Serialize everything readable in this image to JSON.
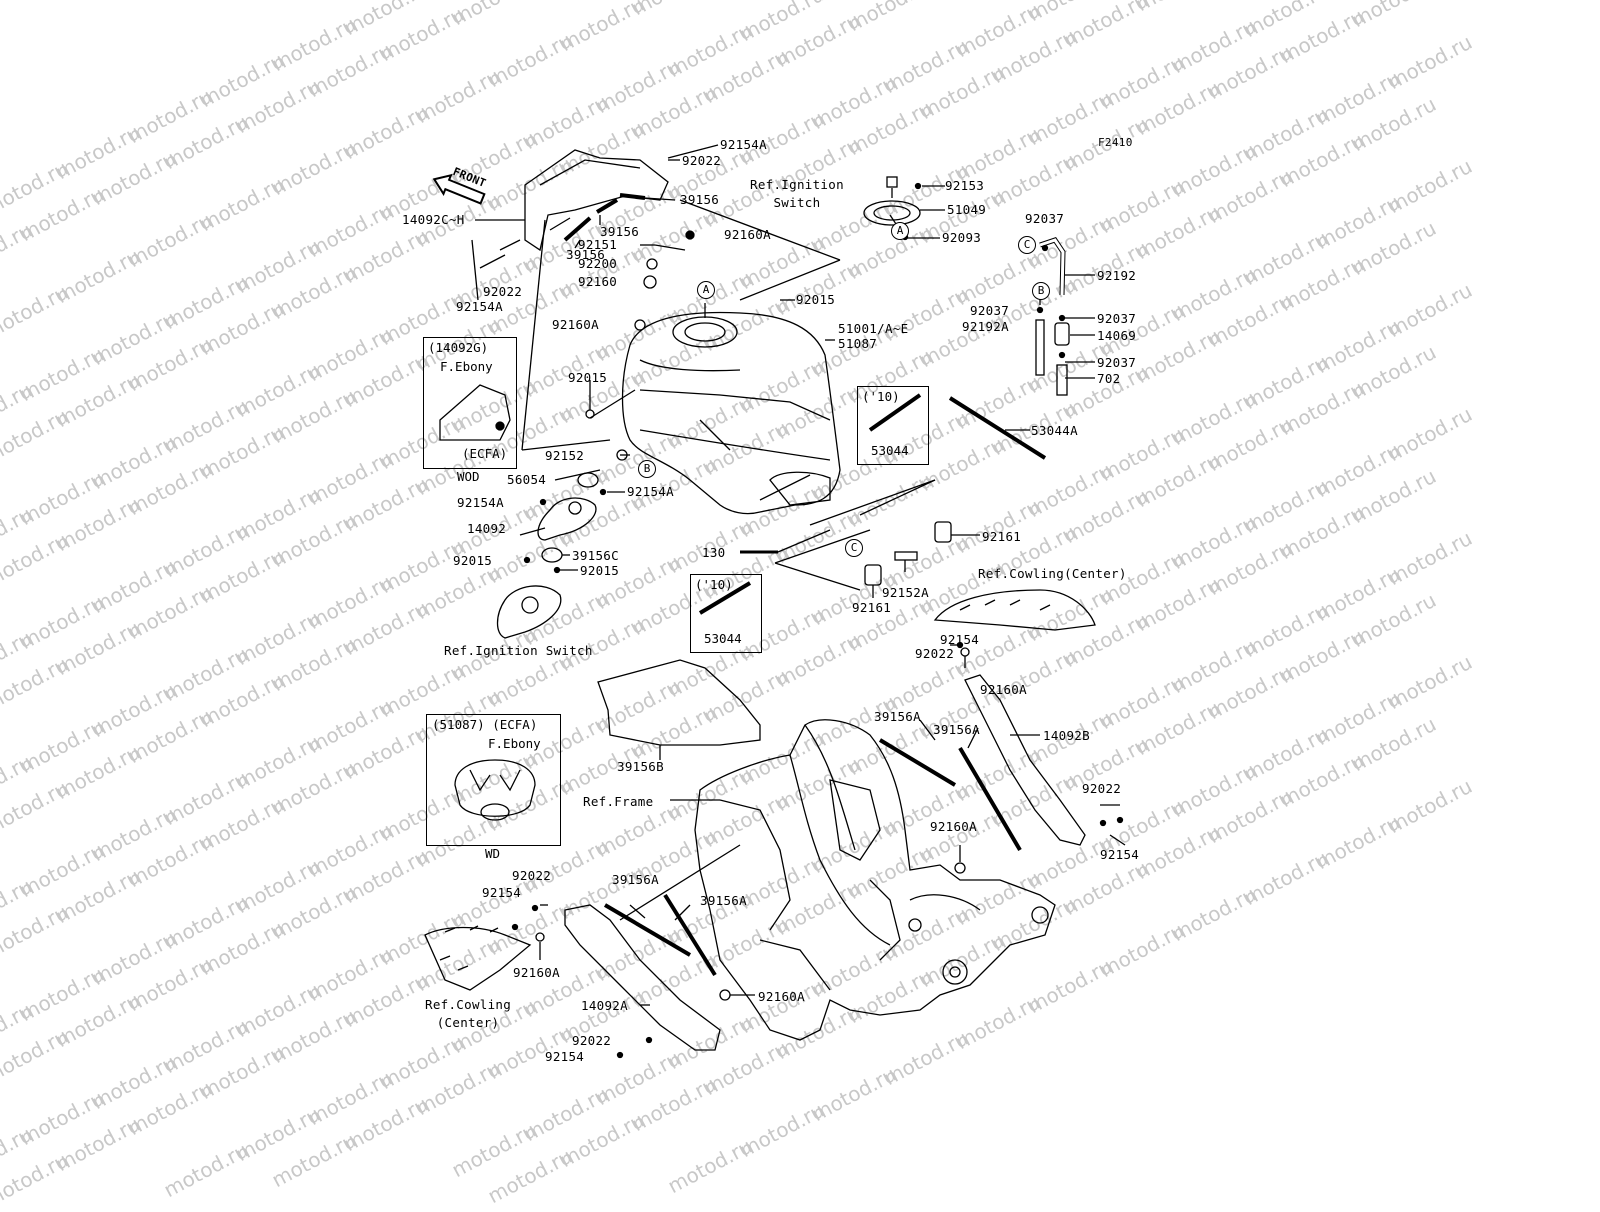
{
  "watermark": "motod.ru",
  "figure_code": "F2410",
  "front_arrow": "FRONT",
  "callouts": {
    "a": "A",
    "b": "B",
    "c": "C"
  },
  "labels": {
    "p92154A_top": "92154A",
    "p92022_top": "92022",
    "ref_ign_switch_top": "Ref.Ignition\nSwitch",
    "p92153": "92153",
    "p51049": "51049",
    "p92093": "92093",
    "p14092CH": "14092C~H",
    "p39156_a": "39156",
    "p39156_b": "39156",
    "p39156_c": "39156",
    "p92022_left": "92022",
    "p92154A_left": "92154A",
    "p92160A_a": "92160A",
    "p92151": "92151",
    "p92200": "92200",
    "p92160": "92160",
    "p92015_a": "92015",
    "p92160A_b": "92160A",
    "p51001": "51001/A~E",
    "p51087": "51087",
    "p92037_a": "92037",
    "p92192": "92192",
    "p92037_b": "92037",
    "p92037_c": "92037",
    "p92192A": "92192A",
    "p14069": "14069",
    "p92037_d": "92037",
    "p702": "702",
    "p92015_b": "92015",
    "p92152": "92152",
    "p56054": "56054",
    "p92154A_mid1": "92154A",
    "p92154A_mid2": "92154A",
    "p14092": "14092",
    "p39156C": "39156C",
    "p92015_c": "92015",
    "p92015_d": "92015",
    "ref_ign_switch_bottom": "Ref.Ignition Switch",
    "p53044A": "53044A",
    "p130": "130",
    "p92161_a": "92161",
    "p92152A": "92152A",
    "p92161_b": "92161",
    "ref_cowling_center_right": "Ref.Cowling(Center)",
    "p92154_r1": "92154",
    "p92022_r1": "92022",
    "p92160A_r1": "92160A",
    "p39156A_r1": "39156A",
    "p39156A_r2": "39156A",
    "p14092B": "14092B",
    "p39156B": "39156B",
    "ref_frame": "Ref.Frame",
    "p92022_r2": "92022",
    "p92160A_r2": "92160A",
    "p92154_r2": "92154",
    "p92022_l1": "92022",
    "p92154_l1": "92154",
    "p39156A_l1": "39156A",
    "p39156A_l2": "39156A",
    "p92160A_l1": "92160A",
    "ref_cowling_center_left": "Ref.Cowling\n(Center)",
    "p14092A": "14092A",
    "p92160A_l2": "92160A",
    "p92022_l2": "92022",
    "p92154_l2": "92154"
  },
  "boxes": {
    "box1": {
      "line1": "(14092G)",
      "line2": "F.Ebony",
      "line3": "(ECFA)",
      "caption": "WOD"
    },
    "box10a": {
      "line1": "('10)",
      "line2": "53044"
    },
    "box10b": {
      "line1": "('10)",
      "line2": "53044"
    },
    "box2": {
      "line1": "(51087) (ECFA)",
      "line2": "F.Ebony",
      "caption": "WD"
    }
  }
}
